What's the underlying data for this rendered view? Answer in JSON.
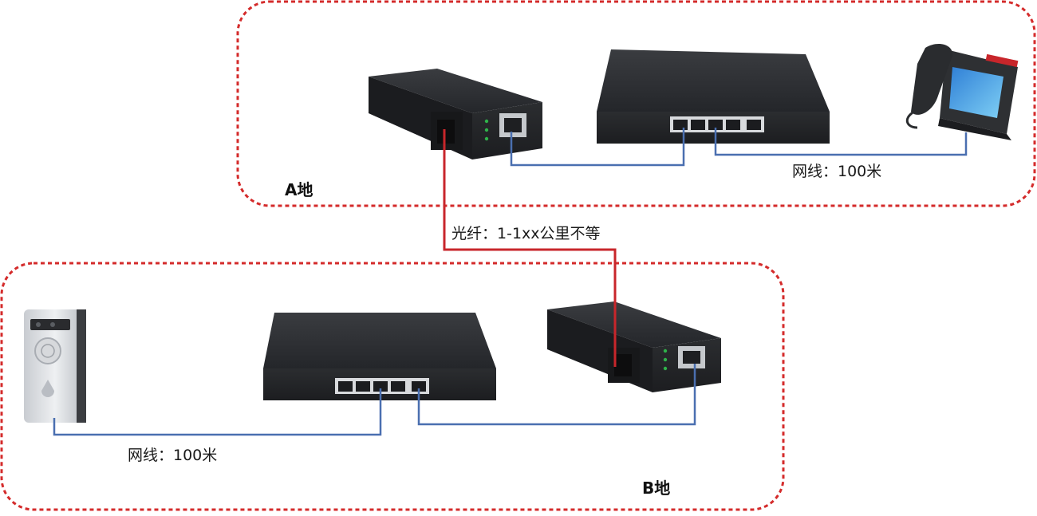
{
  "zones": {
    "a": {
      "label": "A地"
    },
    "b": {
      "label": "B地"
    }
  },
  "links": {
    "fiber_label": "光纤：1-1xx公里不等",
    "cable_a_label": "网线：100米",
    "cable_b_label": "网线：100米"
  },
  "colors": {
    "zone_border": "#d42b2b",
    "fiber": "#c8262b",
    "cable": "#4a6fb0",
    "device_body": "#2c2e31",
    "port_led": "#2fb34a"
  },
  "devices": [
    "media-converter-a",
    "switch-a",
    "ip-video-phone",
    "door-intercom",
    "switch-b",
    "media-converter-b"
  ]
}
